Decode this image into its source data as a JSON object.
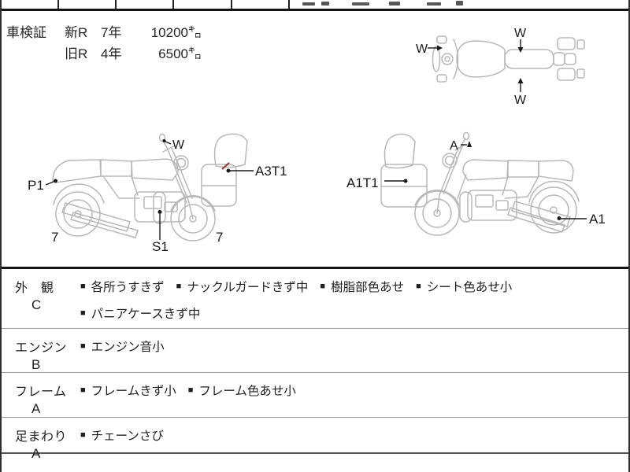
{
  "registration": {
    "label": "車検証",
    "rows": [
      {
        "era": "新R",
        "years": "7年",
        "mileage": "10200㌔"
      },
      {
        "era": "旧R",
        "years": "4年",
        "mileage": "6500㌔"
      }
    ]
  },
  "diagrams": {
    "top_view": {
      "front_label": "W",
      "top_label": "W",
      "bottom_label": "W"
    },
    "left_view": {
      "p1": "P1",
      "w": "W",
      "a3t1": "A3T1",
      "s1": "S1",
      "seven_rear": "7",
      "seven_front": "7"
    },
    "right_view": {
      "a1t1": "A1T1",
      "a": "A",
      "a1": "A1"
    }
  },
  "condition": {
    "bullet": "■",
    "rows": [
      {
        "category": "外　観",
        "grade": "C",
        "items": [
          "各所うすきず",
          "ナックルガードきず中",
          "樹脂部色あせ",
          "シート色あせ小",
          "パニアケースきず中"
        ]
      },
      {
        "category": "エンジン",
        "grade": "B",
        "items": [
          "エンジン音小"
        ]
      },
      {
        "category": "フレーム",
        "grade": "A",
        "items": [
          "フレームきず小",
          "フレーム色あせ小"
        ]
      },
      {
        "category": "足まわり",
        "grade": "A",
        "items": [
          "チェーンさび"
        ]
      }
    ]
  },
  "colors": {
    "art_gray": "#b8b8b8",
    "ink": "#1a1a1a",
    "red_mark": "#9a4343"
  }
}
